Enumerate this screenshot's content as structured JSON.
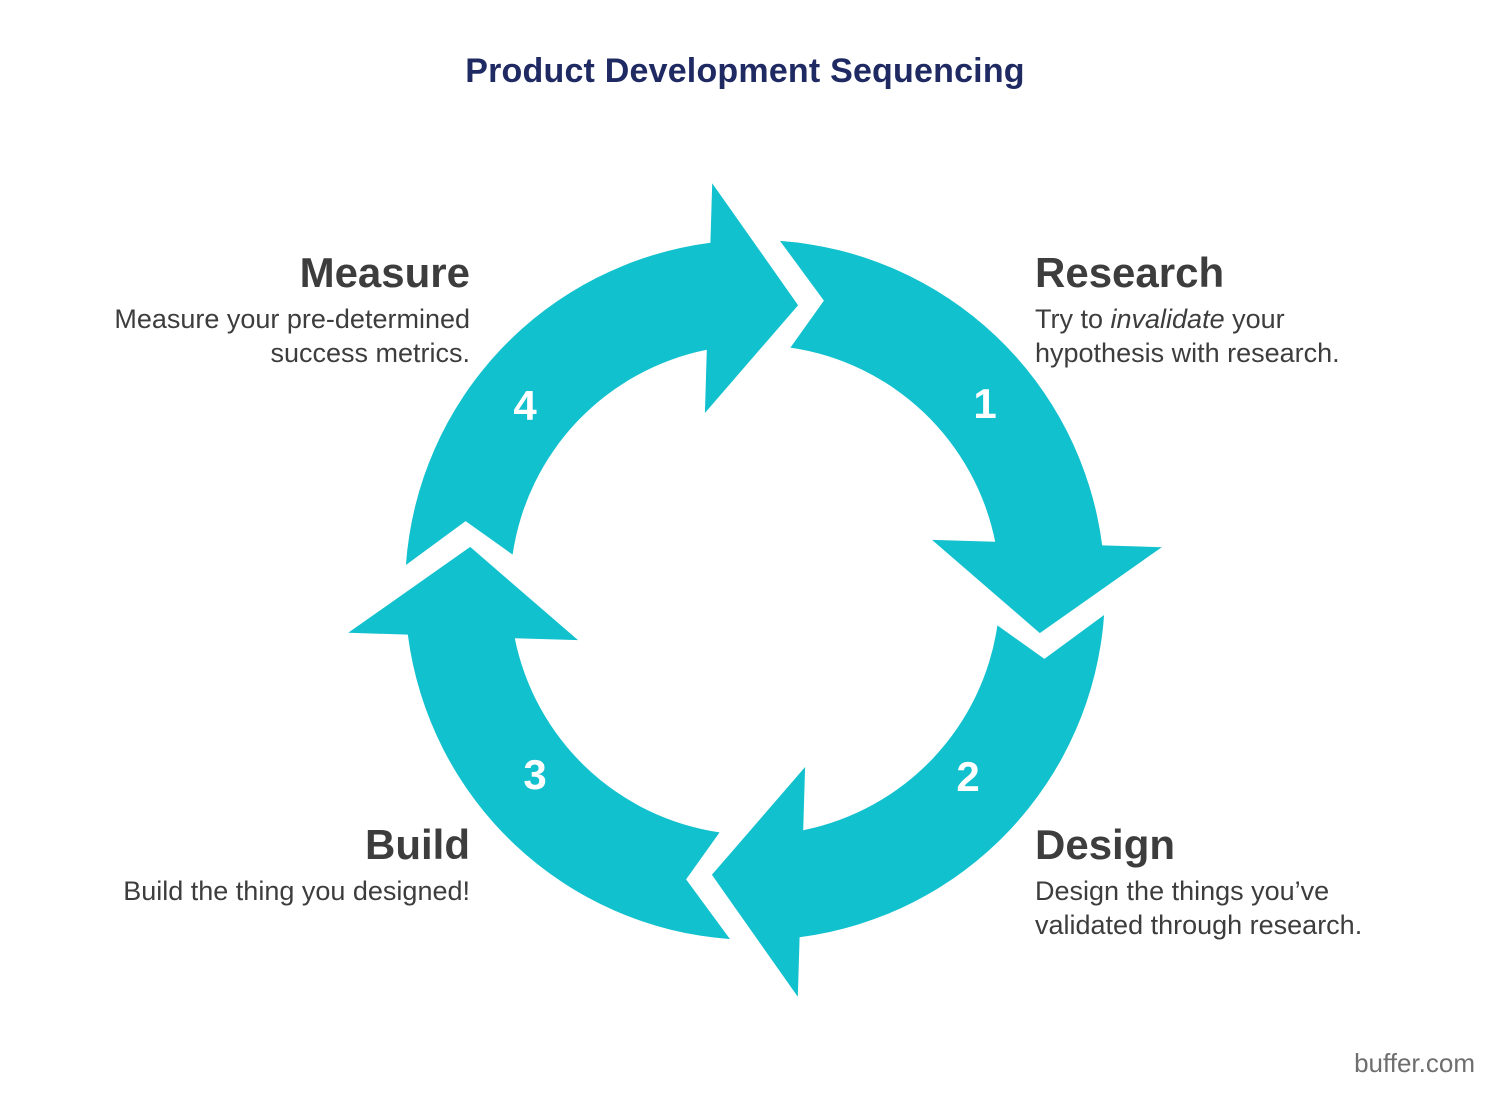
{
  "title": "Product Development Sequencing",
  "footer": {
    "credit": "buffer.com"
  },
  "colors": {
    "accent_teal": "#12C1CE",
    "title_navy": "#1F2A63",
    "text_gray": "#3D3D3D",
    "footer_gray": "#6E6E6E",
    "number_white": "#ffffff"
  },
  "cycle": {
    "direction": "clockwise",
    "steps": [
      {
        "number": "1",
        "label": "Research",
        "desc_line1_pre": "Try to ",
        "desc_line1_italic": "invalidate",
        "desc_line1_post": " your",
        "desc_line2": "hypothesis with research."
      },
      {
        "number": "2",
        "label": "Design",
        "desc_line1": "Design the things you’ve",
        "desc_line2": "validated through research."
      },
      {
        "number": "3",
        "label": "Build",
        "desc_line1": "Build the thing you designed!"
      },
      {
        "number": "4",
        "label": "Measure",
        "desc_line1": "Measure your pre-determined",
        "desc_line2": "success metrics."
      }
    ]
  }
}
